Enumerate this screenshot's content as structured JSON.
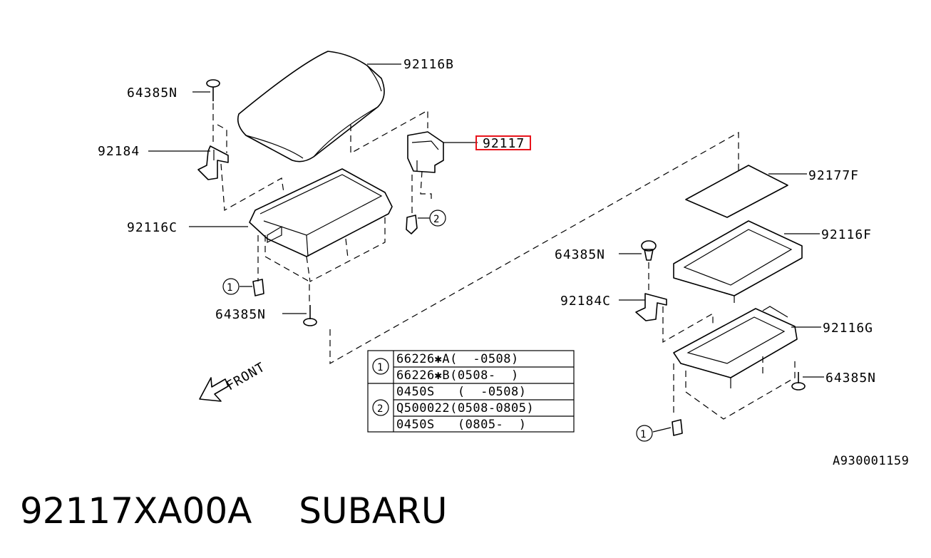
{
  "callouts": {
    "armrest_lid": "92116B",
    "screw_top_left": "64385N",
    "hinge_left": "92184",
    "lid_base": "92116C",
    "latch": "92117",
    "screw_bottom_left": "64385N",
    "mat": "92177F",
    "tray_upper": "92116F",
    "screw_mid_right": "64385N",
    "hinge_right": "92184C",
    "tray_lower": "92116G",
    "screw_bottom_right": "64385N",
    "ref_1_left": "1",
    "ref_2": "2",
    "ref_1_right": "1"
  },
  "highlight_color": "#e8141c",
  "front_label": "FRONT",
  "drawing_id": "A930001159",
  "legend": {
    "groups": [
      {
        "ref": "1",
        "rows": [
          "66226✱A(  -0508)",
          "66226✱B(0508-  )"
        ]
      },
      {
        "ref": "2",
        "rows": [
          "0450S   (  -0508)",
          "Q500022(0508-0805)",
          "0450S   (0805-  )"
        ]
      }
    ]
  },
  "caption": {
    "part_number": "92117XA00A",
    "brand": "SUBARU"
  }
}
